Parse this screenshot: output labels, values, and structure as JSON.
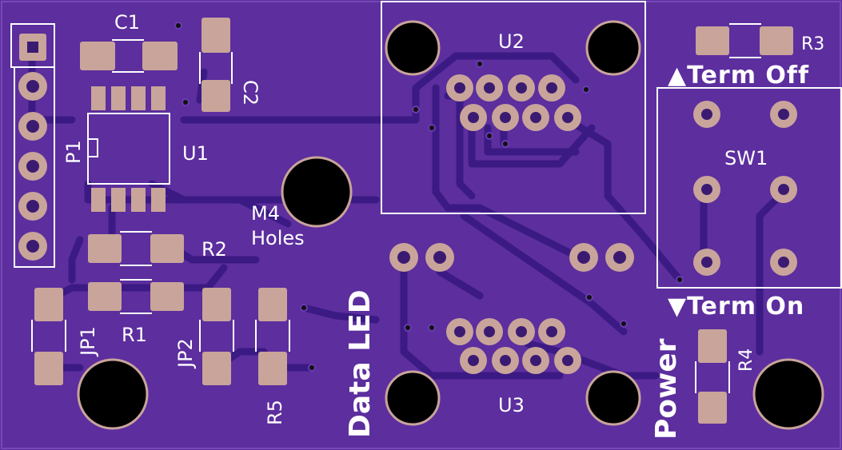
{
  "labels": {
    "c1": "C1",
    "c2": "C2",
    "u1": "U1",
    "u2": "U2",
    "u3": "U3",
    "p1": "P1",
    "r1": "R1",
    "r2": "R2",
    "r3": "R3",
    "r4": "R4",
    "r5": "R5",
    "jp1": "JP1",
    "jp2": "JP2",
    "sw1": "SW1",
    "m4": "M4",
    "holes": "Holes",
    "term_off": "▲Term Off",
    "term_on": "▼Term On",
    "data_led": "Data LED",
    "power": "Power"
  },
  "colors": {
    "board": "#5c2e9e",
    "pad": "#c9a49a",
    "silkscreen": "#ffffff"
  }
}
